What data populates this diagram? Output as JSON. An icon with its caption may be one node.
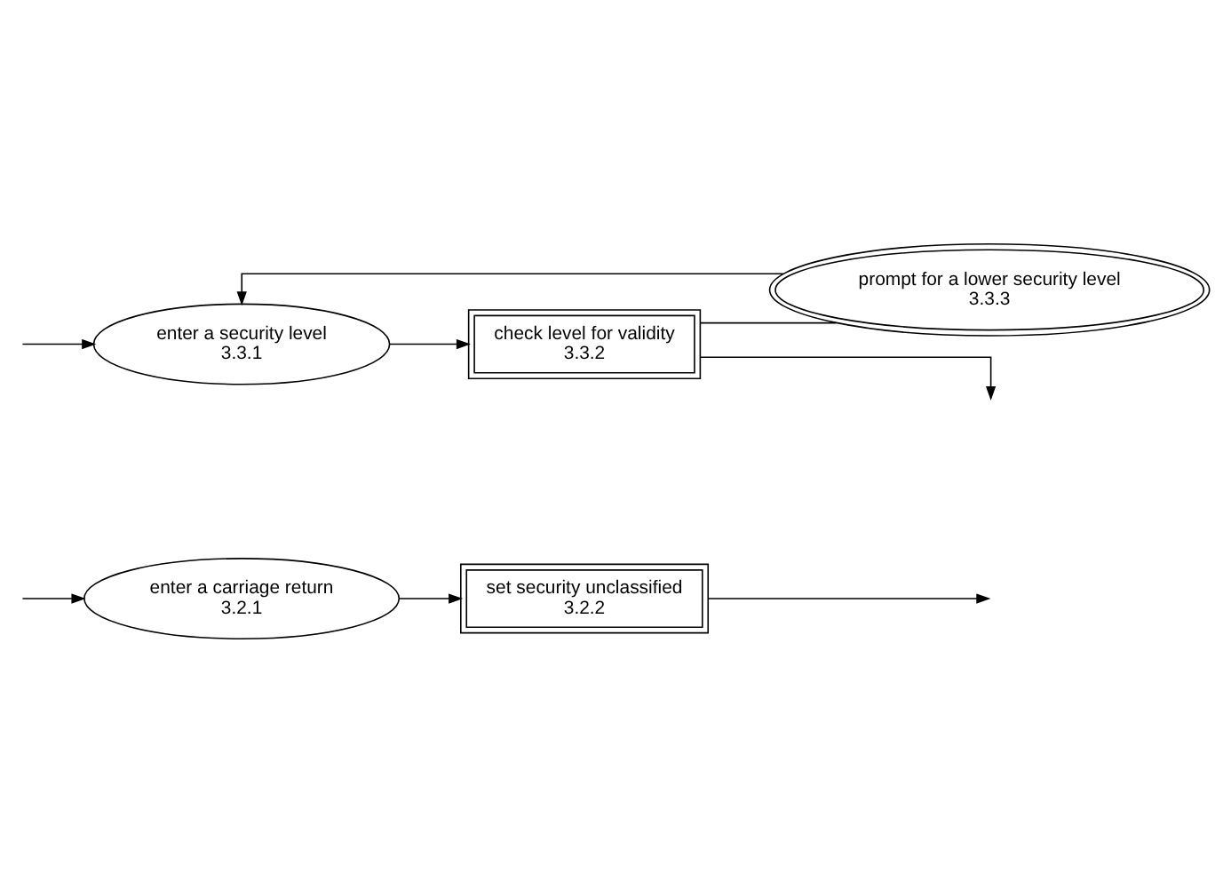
{
  "diagram": {
    "nodes": [
      {
        "text": [
          "enter a carriage return",
          "3.2.1"
        ]
      },
      {
        "text": [
          "set security unclassified",
          "3.2.2"
        ]
      },
      {
        "text": [
          "enter a security level",
          "3.3.1"
        ]
      },
      {
        "text": [
          "check level for validity",
          "3.3.2"
        ]
      },
      {
        "text": [
          "prompt for a lower security level",
          "3.3.3"
        ]
      }
    ],
    "edges": [
      {
        "from": null,
        "to": 0,
        "arrow": "to"
      },
      {
        "from": 0,
        "to": 1,
        "arrow": "to"
      },
      {
        "from": 1,
        "to": null,
        "arrow": "to"
      },
      {
        "from": null,
        "to": 2,
        "arrow": "to"
      },
      {
        "from": 2,
        "to": 3,
        "arrow": "to"
      },
      {
        "from": 3,
        "to": null,
        "arrow": "to"
      },
      {
        "from": 3,
        "to": 4,
        "arrow": "none"
      },
      {
        "from": 4,
        "to": 2,
        "arrow": "to"
      }
    ]
  }
}
